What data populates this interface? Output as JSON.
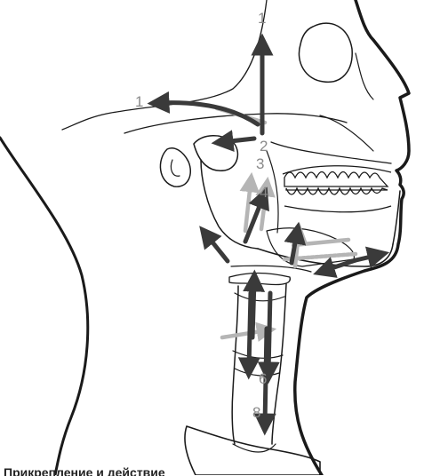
{
  "figure": {
    "labels": {
      "l1_top": "1",
      "l1_left": "1",
      "l2": "2",
      "l3": "3",
      "l4": "4",
      "l6": "6",
      "l8": "8"
    },
    "caption": "Прикрепление и действие"
  },
  "colors": {
    "line": "#1a1a1a",
    "arrow_dark": "#3a3a3a",
    "arrow_light": "#b5b5b5",
    "label": "#8a8a8a"
  }
}
